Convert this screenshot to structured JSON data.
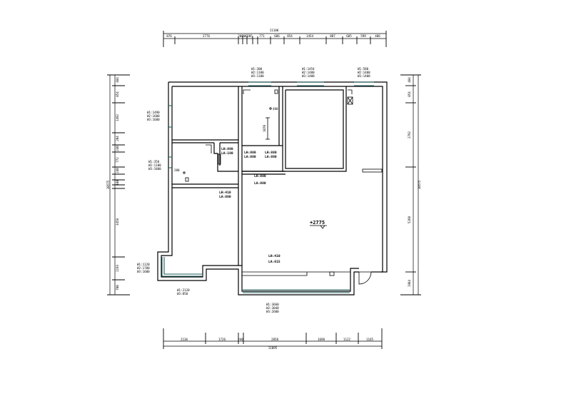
{
  "dimensions": {
    "top_total": "11100",
    "top_segments": [
      "876",
      "2776",
      "200",
      "400",
      "205",
      "771",
      "686",
      "854",
      "1454",
      "887",
      "605",
      "599",
      "486"
    ],
    "bottom_total": "11095",
    "bottom_segments": [
      "2136",
      "1726",
      "240",
      "2858",
      "1698",
      "1122",
      "1165"
    ],
    "left_total": "10575",
    "left_segments": [
      "484",
      "854",
      "1492",
      "204",
      "240",
      "772",
      "240",
      "180",
      "3458",
      "1193",
      "780"
    ],
    "right_total": "10575",
    "right_segments": [
      "484",
      "854",
      "2792",
      "5260",
      "1984"
    ]
  },
  "windows": [
    {
      "lines": [
        "W1:300",
        "W2:1100",
        "W3:1100"
      ]
    },
    {
      "lines": [
        "W1:1454",
        "W2:1400",
        "W3:1400"
      ]
    },
    {
      "lines": [
        "W1:580",
        "W2:1400",
        "W3:1400"
      ]
    },
    {
      "lines": [
        "W1:1490",
        "W2:1600",
        "W3:1600"
      ]
    },
    {
      "lines": [
        "W1:350",
        "W2:1100",
        "W3:1800"
      ]
    },
    {
      "lines": [
        "W1:1120",
        "W2:1700",
        "W3:1600"
      ]
    },
    {
      "lines": [
        "W1:2120",
        "W3:850"
      ]
    },
    {
      "lines": [
        "W1:3660",
        "W2:3040",
        "W3:2600"
      ]
    }
  ],
  "rooms": [
    {
      "lines": [
        "LH:880",
        "LA:180"
      ]
    },
    {
      "lines": [
        "LH:880",
        "LA:880"
      ]
    },
    {
      "lines": [
        "LH:880",
        "LA:880"
      ]
    },
    {
      "lines": [
        "LH:880",
        "LA:880"
      ]
    },
    {
      "lines": [
        "LH:410",
        "LA:880"
      ]
    },
    {
      "lines": [
        "LH:410",
        "LA:815"
      ]
    }
  ],
  "heights": {
    "h1": "1070",
    "h2": "480",
    "h3": "280",
    "level": "+2775"
  }
}
